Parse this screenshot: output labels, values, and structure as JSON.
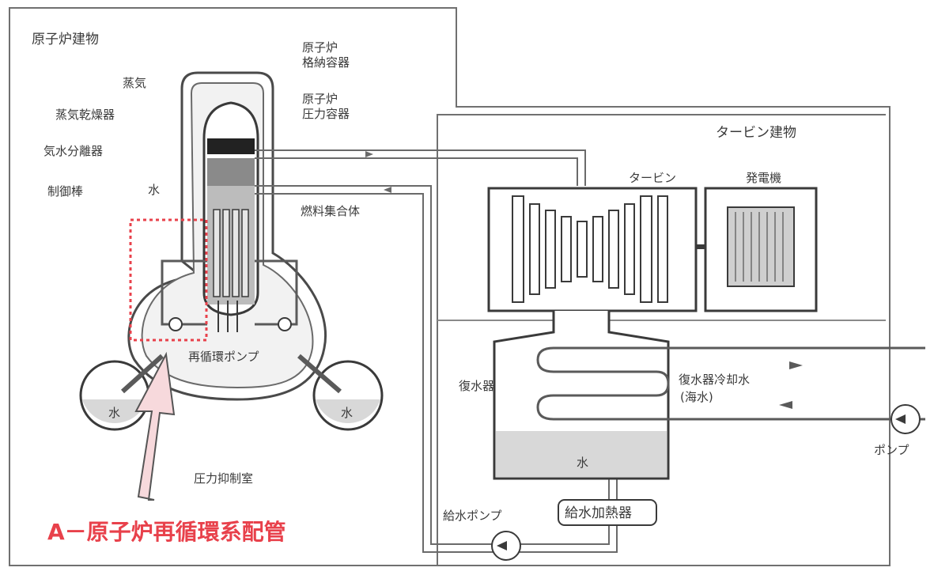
{
  "buildings": {
    "reactor": "原子炉建物",
    "turbine": "タービン建物"
  },
  "reactor_labels": {
    "containment": [
      "原子炉",
      "格納容器"
    ],
    "pressure_vessel": [
      "原子炉",
      "圧力容器"
    ],
    "steam": "蒸気",
    "steam_dryer": "蒸気乾燥器",
    "separator": "気水分離器",
    "water": "水",
    "control_rod": "制御棒",
    "fuel_assembly": "燃料集合体",
    "recirc_pump": "再循環ポンプ",
    "pool_water_left": "水",
    "pool_water_right": "水",
    "suppression_chamber": "圧力抑制室"
  },
  "turbine_labels": {
    "turbine": "タービン",
    "generator": "発電機",
    "condenser": "復水器",
    "cooling_water": [
      "復水器冷却水",
      "(海水)"
    ],
    "condenser_water": "水",
    "pump": "ポンプ",
    "feed_pump": "給水ポンプ",
    "feed_heater": "給水加熱器"
  },
  "annotation": {
    "text": "A－原子炉再循環系配管",
    "color": "#e8414b",
    "box_color": "#e8414b",
    "arrow_fill": "#f7d9dc"
  }
}
